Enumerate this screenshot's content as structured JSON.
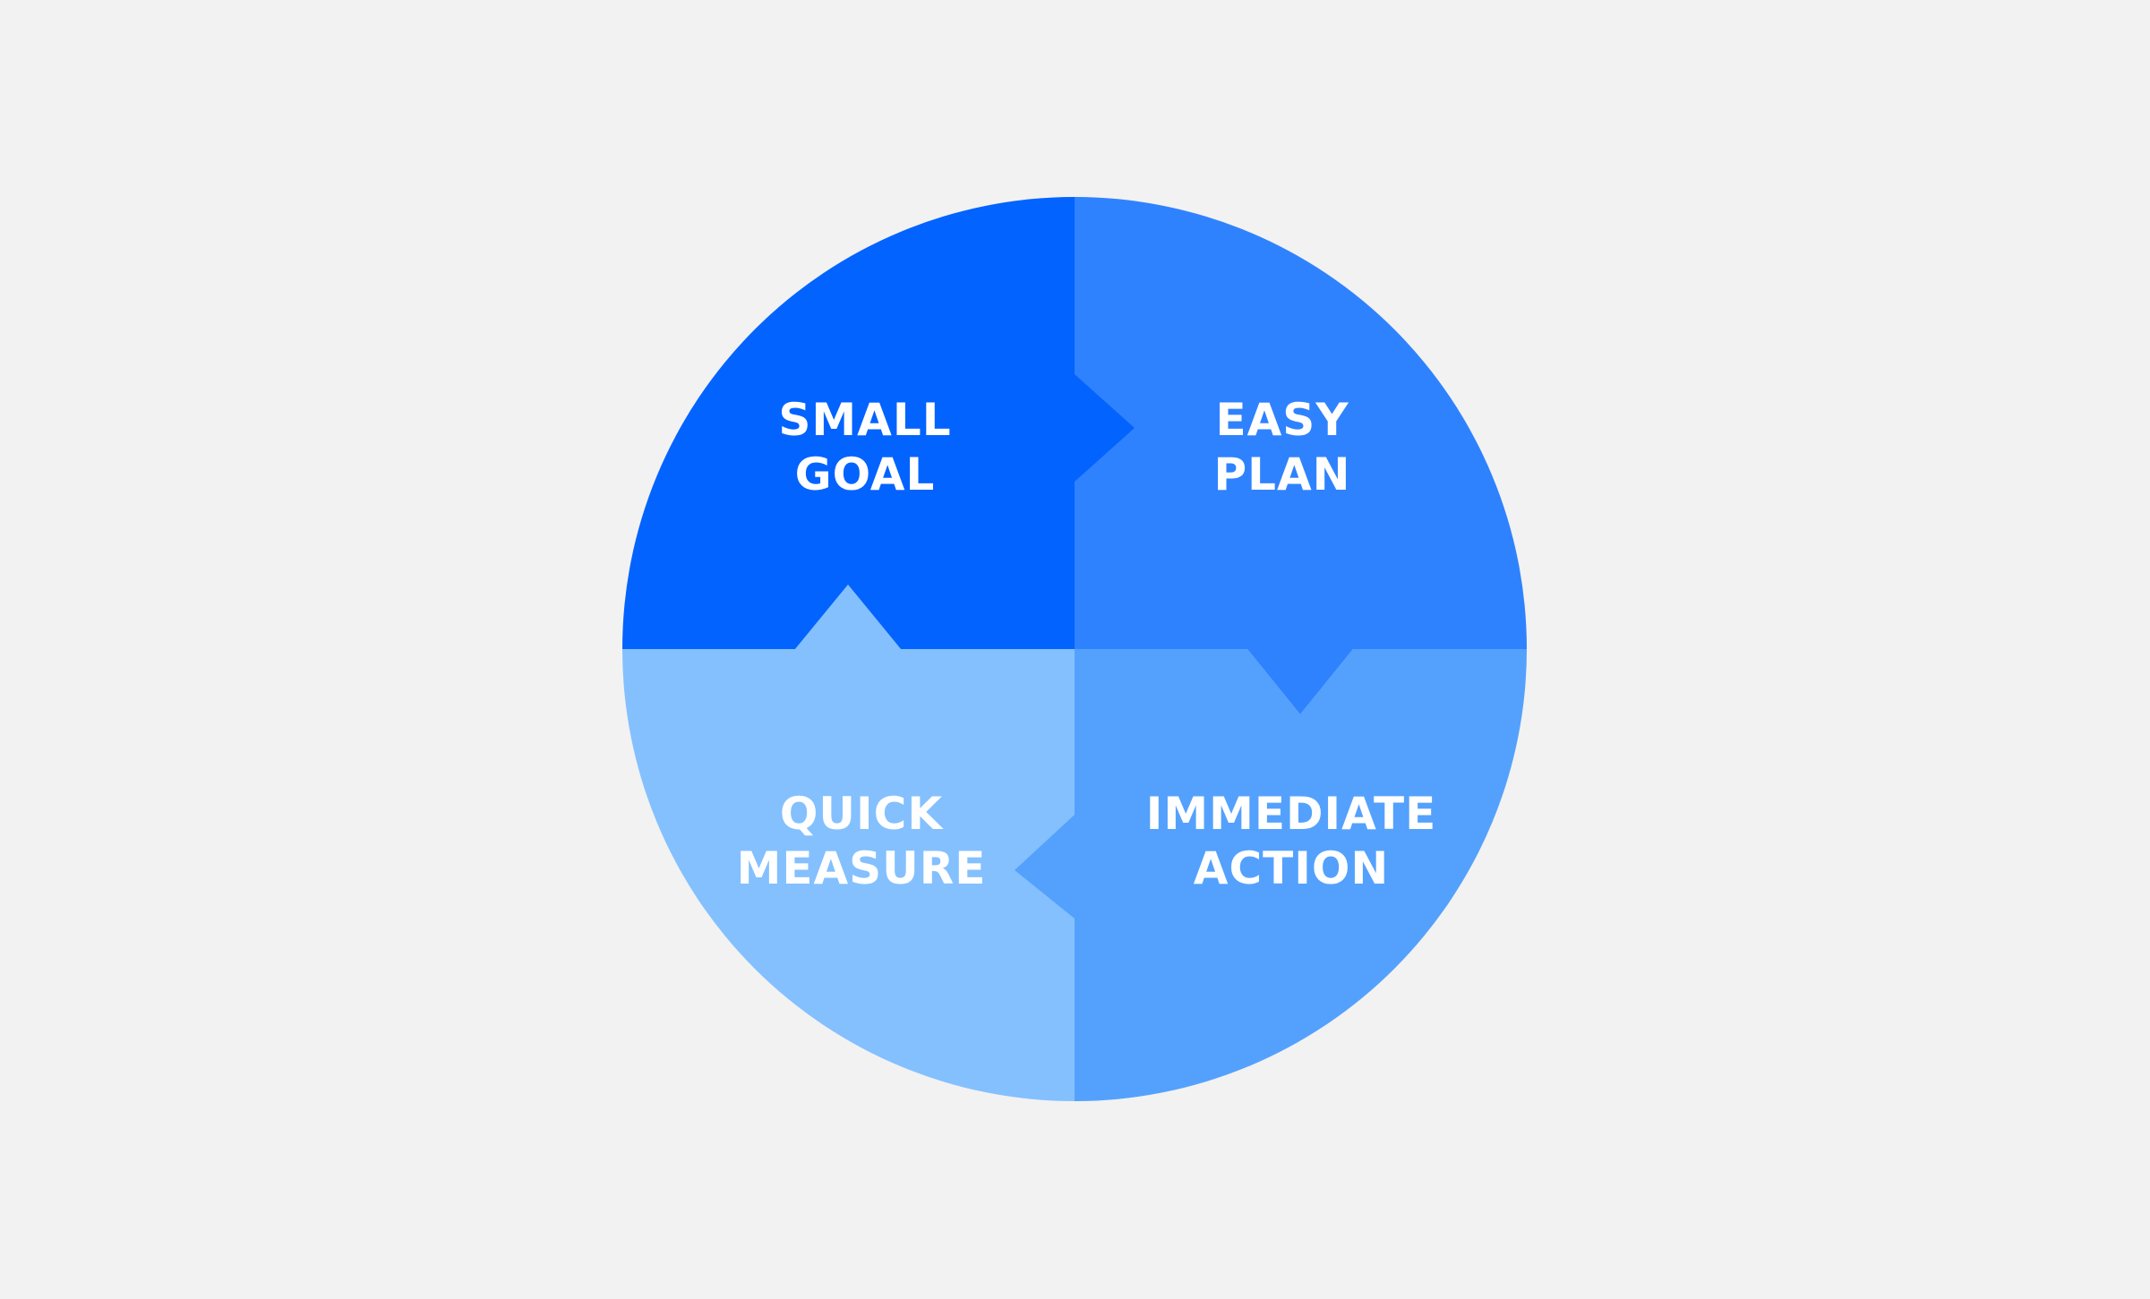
{
  "colors": {
    "background": "#f2f2f2",
    "small_goal": "#0363ff",
    "easy_plan": "#2f82fe",
    "immediate_action": "#54a1fd",
    "quick_measure": "#84c0fe",
    "text": "#ffffff"
  },
  "segments": {
    "small_goal": {
      "line1": "SMALL",
      "line2": "GOAL"
    },
    "easy_plan": {
      "line1": "EASY",
      "line2": "PLAN"
    },
    "immediate_action": {
      "line1": "IMMEDIATE",
      "line2": "ACTION"
    },
    "quick_measure": {
      "line1": "QUICK",
      "line2": "MEASURE"
    }
  }
}
